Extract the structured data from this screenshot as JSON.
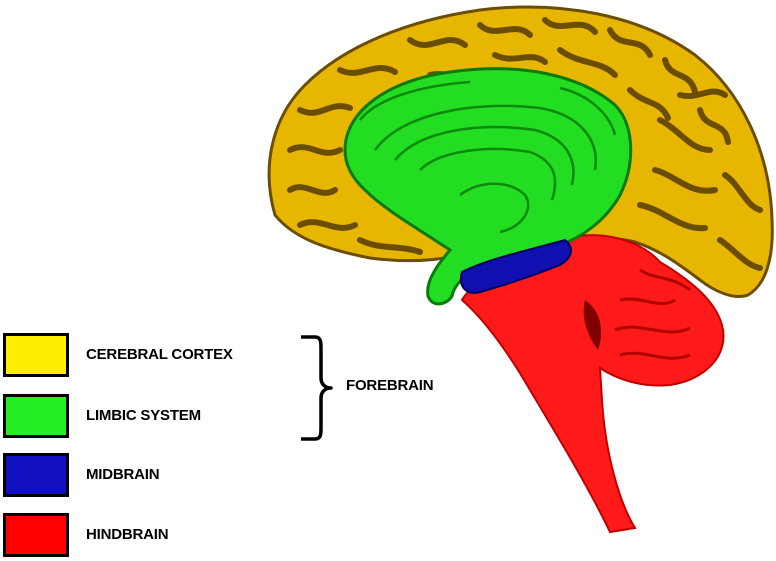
{
  "legend": {
    "items": [
      {
        "label": "CEREBRAL CORTEX",
        "color": "#ffee00"
      },
      {
        "label": "LIMBIC SYSTEM",
        "color": "#22ee22"
      },
      {
        "label": "MIDBRAIN",
        "color": "#1010c0"
      },
      {
        "label": "HINDBRAIN",
        "color": "#ff0000"
      }
    ],
    "group_label": "FOREBRAIN"
  },
  "colors": {
    "cortex": "#e8b800",
    "cortex_dark": "#7a5a00",
    "limbic": "#22dd22",
    "limbic_dark": "#0a7a0a",
    "midbrain": "#1010b0",
    "hindbrain": "#ff1010",
    "hindbrain_dark": "#a00000"
  }
}
